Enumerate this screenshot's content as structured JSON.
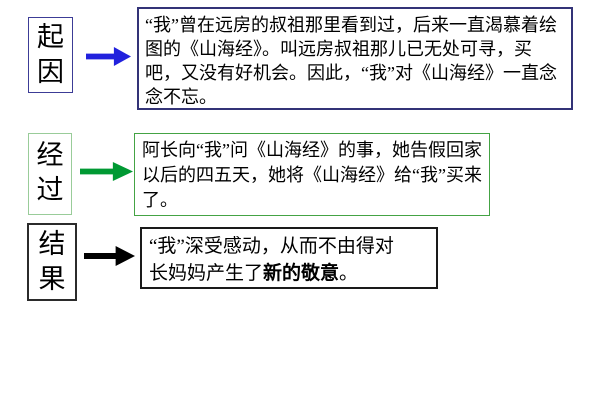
{
  "diagram": {
    "background_color": "#ffffff",
    "text_color": "#000000",
    "rows": [
      {
        "label": "起因",
        "text": "“我”曾在远房的叔祖那里看到过，后来一直渴慕着绘图的《山海经》。叫远房叔祖那儿已无处可寻，买吧，又没有好机会。因此，“我”对《山海经》一直念念不忘。",
        "arrow_color": "#2121dd",
        "label_border_color": "#3c3c96",
        "box_border_color": "#333377"
      },
      {
        "label": "经过",
        "text": "阿长向“我”问《山海经》的事，她告假回家以后的四五天，她将《山海经》给“我”买来了。",
        "arrow_color": "#009933",
        "label_border_color": "#99cc99",
        "box_border_color": "#44a344"
      },
      {
        "label": "结果",
        "text_line1": "“我”深受感动，从而不由得对",
        "text_line2_normal": "长妈妈产生了",
        "text_line2_emphasis": "新的敬意",
        "text_line2_end": "。",
        "arrow_color": "#000000",
        "label_border_color": "#2b2b2b",
        "box_border_color": "#1a1a1a"
      }
    ]
  }
}
